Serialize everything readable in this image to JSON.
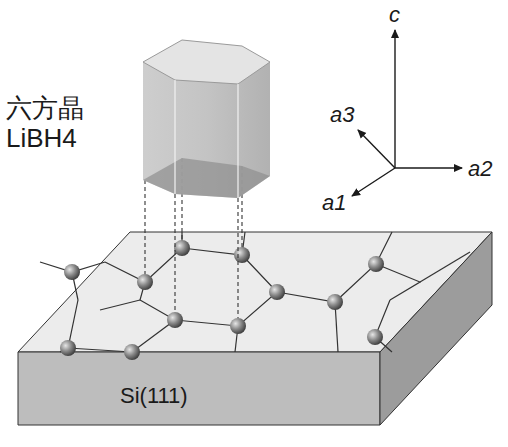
{
  "diagram": {
    "nodes": [
      {
        "text": [
          "Si(111)"
        ]
      }
    ],
    "labels": [
      "六方晶 LiBH4",
      "c",
      "a3",
      "a2",
      "a1"
    ]
  }
}
